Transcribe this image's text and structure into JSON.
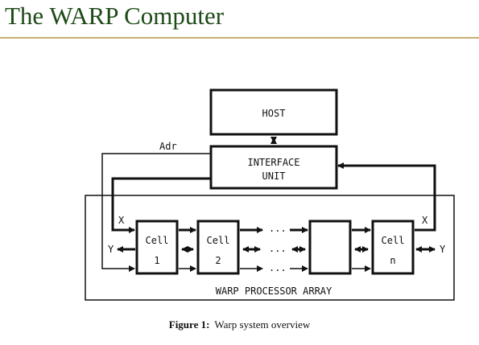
{
  "slide": {
    "title": "The WARP Computer"
  },
  "diagram": {
    "host_label": "HOST",
    "interface_label_line1": "INTERFACE",
    "interface_label_line2": "UNIT",
    "adr_label": "Adr",
    "x_label": "X",
    "y_label": "Y",
    "cells": [
      {
        "line1": "Cell",
        "line2": "1"
      },
      {
        "line1": "Cell",
        "line2": "2"
      },
      {
        "line1": "",
        "line2": ""
      },
      {
        "line1": "Cell",
        "line2": "n"
      }
    ],
    "ellipsis": "...",
    "array_label": "WARP PROCESSOR ARRAY"
  },
  "caption": {
    "figure_number": "Figure 1:",
    "text": "Warp system overview"
  }
}
